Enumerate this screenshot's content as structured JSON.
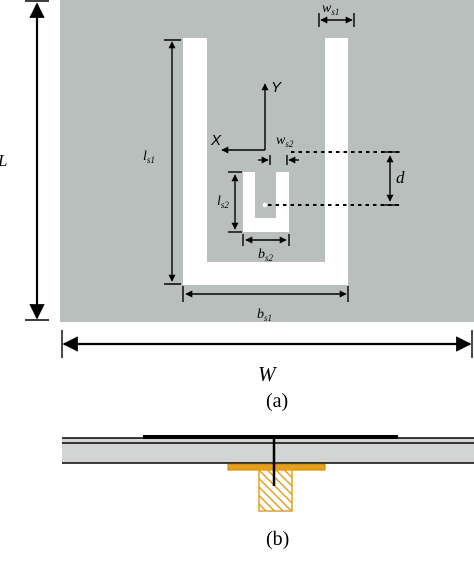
{
  "labels": {
    "L": "L",
    "W": "W",
    "ws1": {
      "main": "w",
      "sub": "s1"
    },
    "ls1": {
      "main": "l",
      "sub": "s1"
    },
    "bs1": {
      "main": "b",
      "sub": "s1"
    },
    "ws2": {
      "main": "w",
      "sub": "s2"
    },
    "ls2": {
      "main": "l",
      "sub": "s2"
    },
    "bs2": {
      "main": "b",
      "sub": "s2"
    },
    "d": "d",
    "X": "X",
    "Y": "Y"
  },
  "captions": {
    "a": "(a)",
    "b": "(b)"
  },
  "colors": {
    "substrate": "#b9bfbd",
    "slot": "#ffffff",
    "feed": "#e3a020",
    "feed_dark": "#c47f10",
    "layer_side": "#d2d5d3"
  }
}
